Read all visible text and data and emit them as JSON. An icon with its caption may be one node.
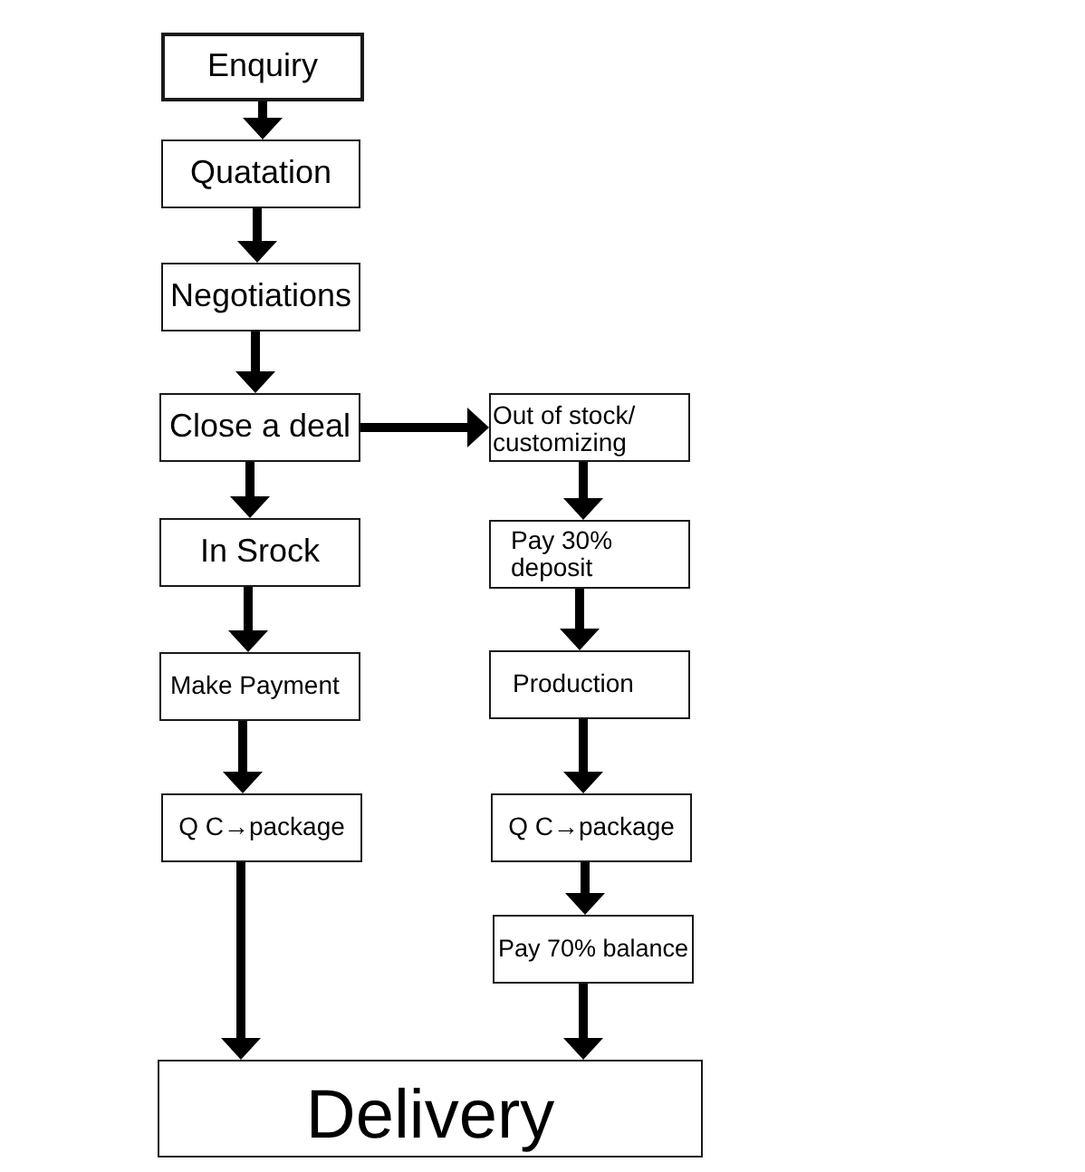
{
  "diagram": {
    "nodes": [
      {
        "text": [
          "Enquiry"
        ]
      },
      {
        "text": [
          "Quatation"
        ]
      },
      {
        "text": [
          "Negotiations"
        ]
      },
      {
        "text": [
          "Close a deal"
        ]
      },
      {
        "text": [
          "Out of stock/ customizing"
        ]
      },
      {
        "text": [
          "In Srock"
        ]
      },
      {
        "text": [
          "Pay 30% deposit"
        ]
      },
      {
        "text": [
          "Make Payment"
        ]
      },
      {
        "text": [
          "Production"
        ]
      },
      {
        "text": [
          "Q C→package"
        ]
      },
      {
        "text": [
          "Q C→package"
        ]
      },
      {
        "text": [
          "Pay 70% balance"
        ]
      },
      {
        "text": [
          "Delivery"
        ]
      }
    ],
    "edges": [
      {
        "from": 0,
        "to": 1,
        "arrow": "to"
      },
      {
        "from": 1,
        "to": 2,
        "arrow": "to"
      },
      {
        "from": 2,
        "to": 3,
        "arrow": "to"
      },
      {
        "from": 3,
        "to": 4,
        "arrow": "to"
      },
      {
        "from": 3,
        "to": 5,
        "arrow": "to"
      },
      {
        "from": 5,
        "to": 7,
        "arrow": "to"
      },
      {
        "from": 7,
        "to": 9,
        "arrow": "to"
      },
      {
        "from": 9,
        "to": 12,
        "arrow": "to"
      },
      {
        "from": 4,
        "to": 6,
        "arrow": "to"
      },
      {
        "from": 6,
        "to": 8,
        "arrow": "to"
      },
      {
        "from": 8,
        "to": 10,
        "arrow": "to"
      },
      {
        "from": 10,
        "to": 11,
        "arrow": "to"
      },
      {
        "from": 11,
        "to": 12,
        "arrow": "to"
      }
    ]
  }
}
